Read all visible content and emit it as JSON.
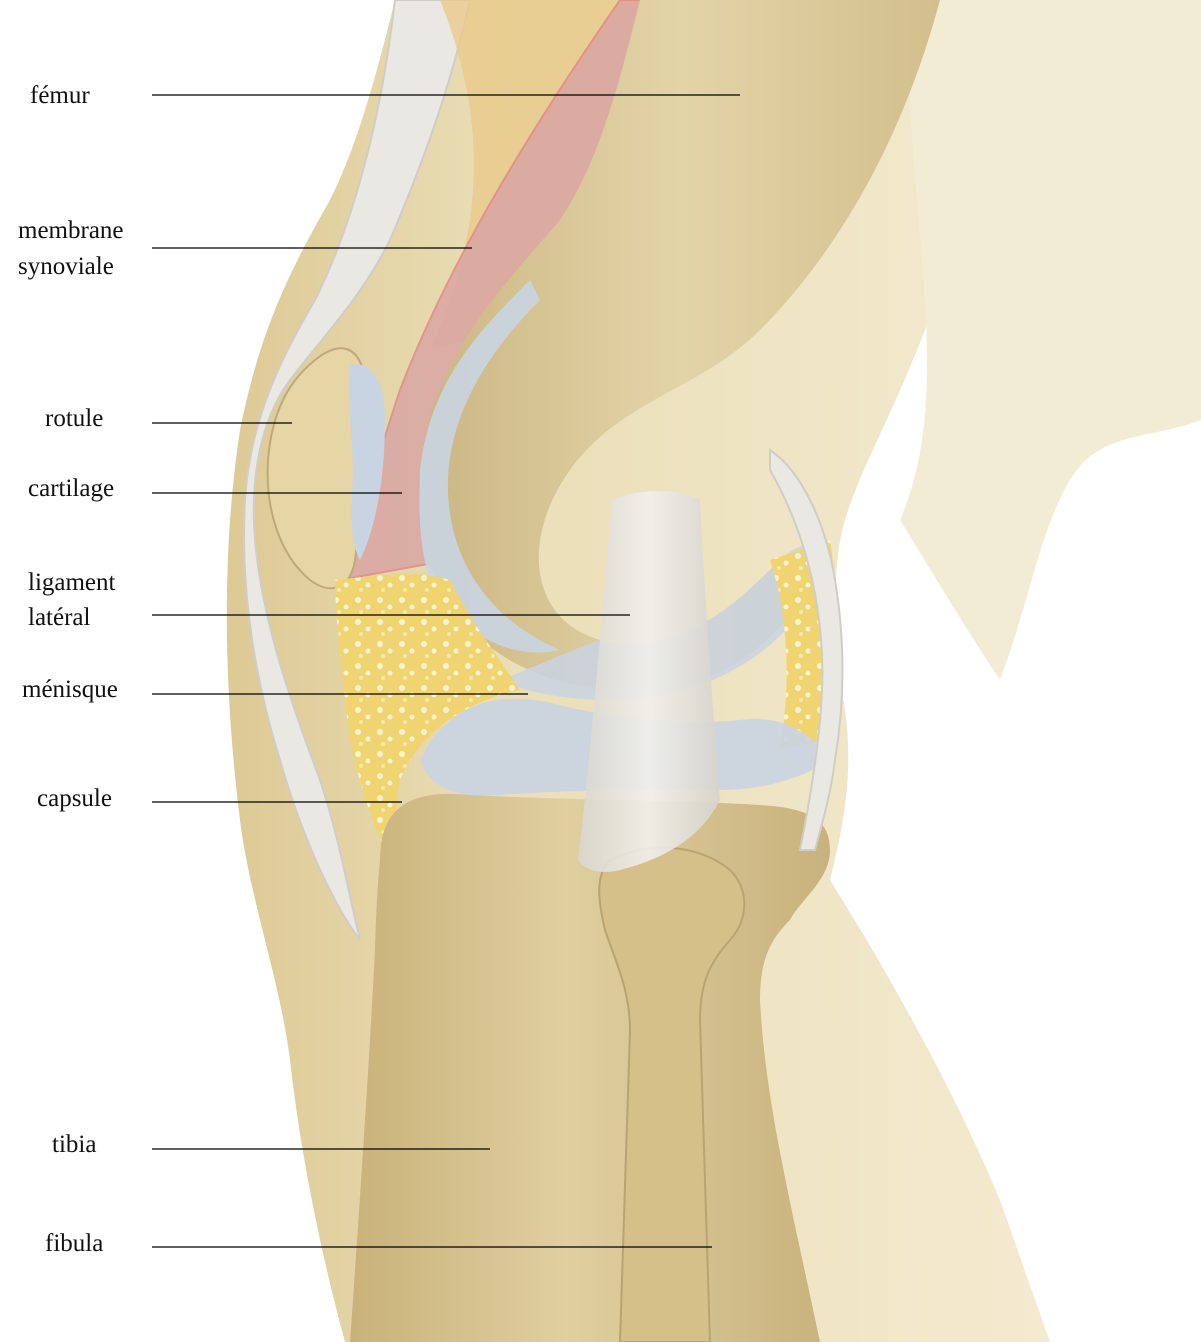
{
  "labels": [
    {
      "id": "femur",
      "lines": [
        "fémur"
      ]
    },
    {
      "id": "synovial-membrane",
      "lines": [
        "membrane",
        "synoviale"
      ]
    },
    {
      "id": "patella",
      "lines": [
        "rotule"
      ]
    },
    {
      "id": "cartilage",
      "lines": [
        "cartilage"
      ]
    },
    {
      "id": "lateral-ligament",
      "lines": [
        "ligament",
        "latéral"
      ]
    },
    {
      "id": "meniscus",
      "lines": [
        "ménisque"
      ]
    },
    {
      "id": "capsule",
      "lines": [
        "capsule"
      ]
    },
    {
      "id": "tibia",
      "lines": [
        "tibia"
      ]
    },
    {
      "id": "fibula",
      "lines": [
        "fibula"
      ]
    }
  ],
  "colors": {
    "skin": "#e9dcb4",
    "bone": "#dccb98",
    "fat": "#efcf5c",
    "synovial": "#d9a6a4",
    "cartilage": "#c9d4e2",
    "capsule": "#e7e6e0",
    "ligament": "#e4e3dd",
    "leader": "#000000",
    "text": "#111111"
  }
}
